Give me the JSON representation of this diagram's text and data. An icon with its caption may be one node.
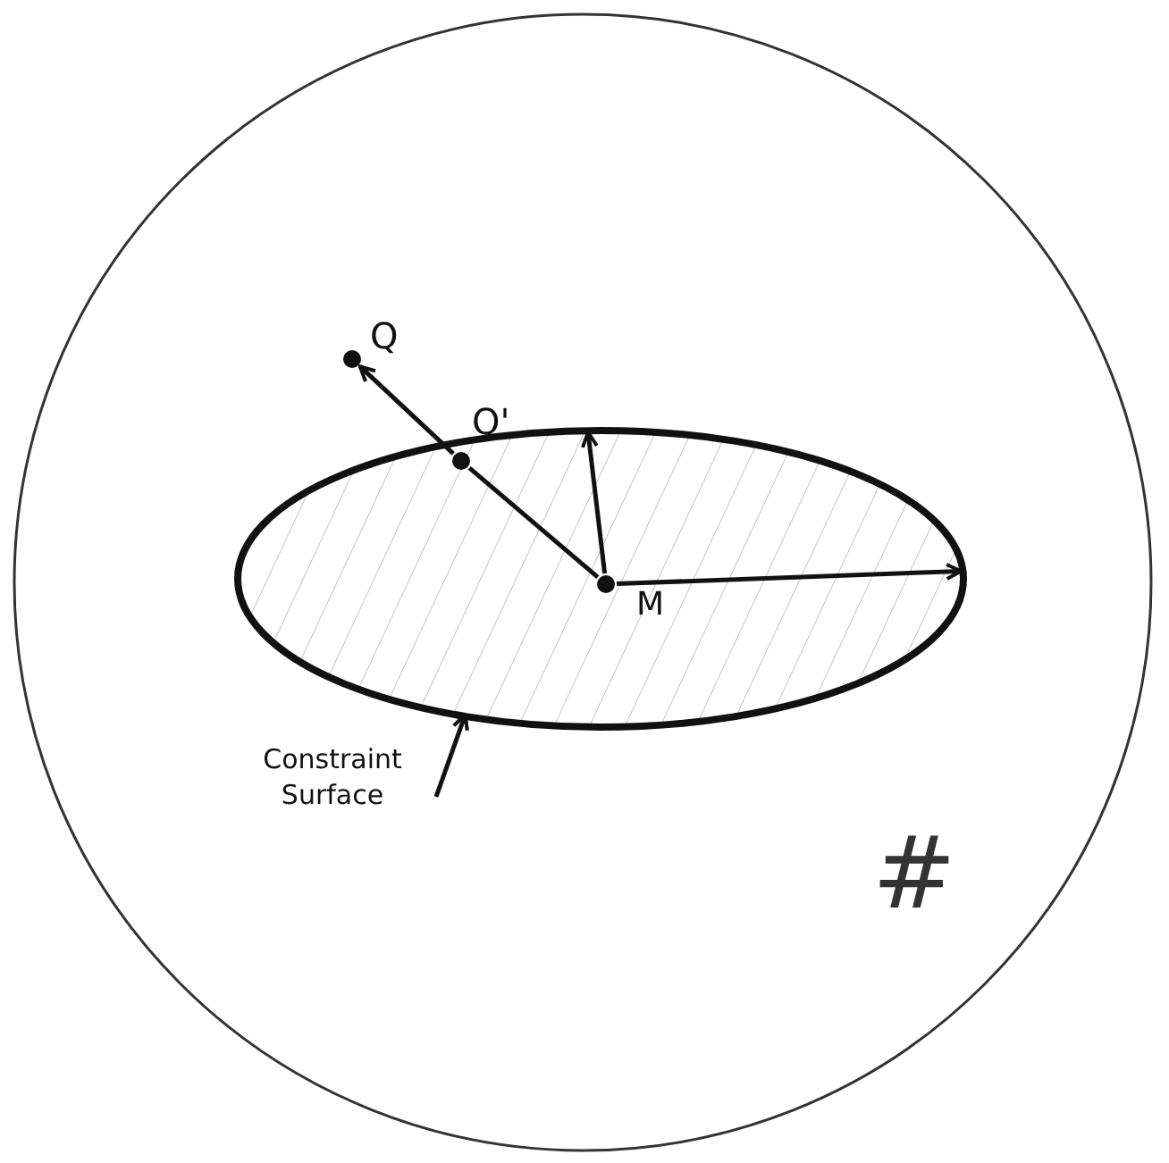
{
  "diagram": {
    "nodes": [
      {
        "text": [],
        "shape": "circle"
      },
      {
        "text": [],
        "shape": "ellipse",
        "in": 0
      },
      {
        "text": [
          "M"
        ],
        "in": 1
      },
      {
        "text": [
          "Q'"
        ],
        "in": 1
      },
      {
        "text": [
          "Q"
        ],
        "in": 0
      },
      {
        "text": [
          "Constraint Surface"
        ],
        "in": 0
      }
    ],
    "edges": [
      {
        "from": 2,
        "to": 1,
        "arrow": "to"
      },
      {
        "from": 2,
        "to": 1,
        "arrow": "to"
      },
      {
        "from": 2,
        "to": 3,
        "arrow": "none"
      },
      {
        "from": 3,
        "to": 4,
        "arrow": "to"
      },
      {
        "from": 5,
        "to": 1,
        "arrow": "to"
      }
    ],
    "labels": [
      "#"
    ]
  }
}
